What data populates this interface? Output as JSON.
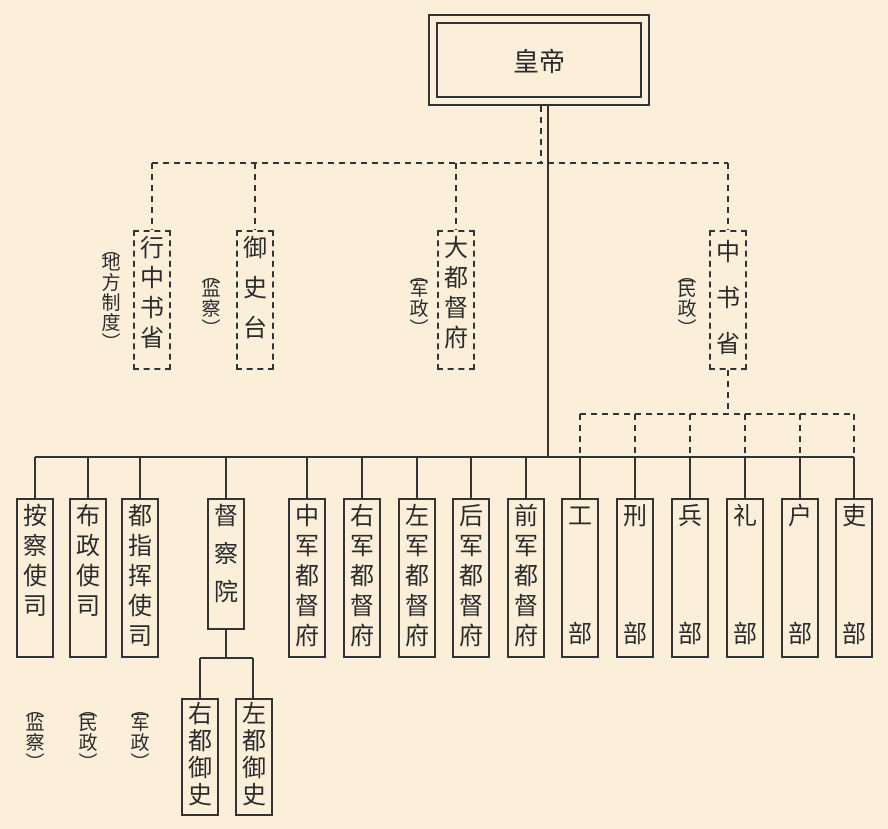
{
  "emperor": "皇帝",
  "top_level": [
    {
      "name": "行中书省",
      "note": "地方制度"
    },
    {
      "name": "御史台",
      "note": "监察"
    },
    {
      "name": "大都督府",
      "note": "军政"
    },
    {
      "name": "中书省",
      "note": "民政"
    }
  ],
  "bottom_level": [
    {
      "name": "按察使司",
      "note": "监察"
    },
    {
      "name": "布政使司",
      "note": "民政"
    },
    {
      "name": "都指挥使司",
      "note": "军政"
    },
    {
      "name": "督察院",
      "note": ""
    },
    {
      "name": "中军都督府"
    },
    {
      "name": "右军都督府"
    },
    {
      "name": "左军都督府"
    },
    {
      "name": "后军都督府"
    },
    {
      "name": "前军都督府"
    },
    {
      "name": "工部"
    },
    {
      "name": "刑部"
    },
    {
      "name": "兵部"
    },
    {
      "name": "礼部"
    },
    {
      "name": "户部"
    },
    {
      "name": "吏部"
    }
  ],
  "censorate_subs": [
    {
      "name": "右都御史"
    },
    {
      "name": "左都御史"
    }
  ]
}
